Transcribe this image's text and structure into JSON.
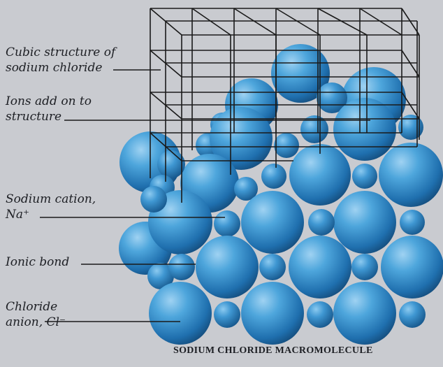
{
  "labels": {
    "cubic_structure": [
      "Cubic structure of",
      "sodium chloride"
    ],
    "ions_add": [
      "Ions add on to",
      "structure"
    ],
    "sodium_cation": [
      "Sodium cation,",
      "Na⁺"
    ],
    "ionic_bond": [
      "Ionic bond"
    ],
    "chloride_anion": [
      "Chloride",
      "anion, Cl⁻"
    ]
  },
  "caption": "SODIUM CHLORIDE MACROMOLECULE"
}
